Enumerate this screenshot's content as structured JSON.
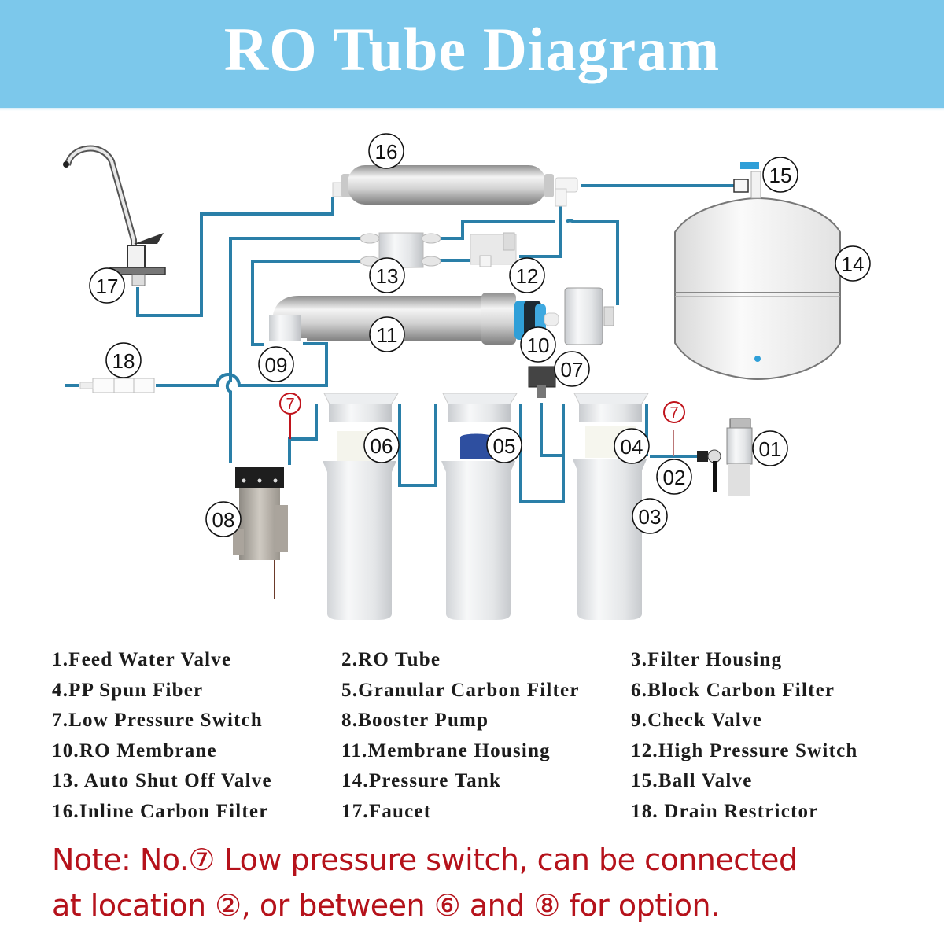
{
  "header": {
    "title": "RO Tube Diagram",
    "background": "#7cc8eb"
  },
  "colors": {
    "tube": "#2a7fa8",
    "note": "#b5121b",
    "callout_red": "#c0141c",
    "membrane_blue": "#2f9fd8"
  },
  "callouts": [
    {
      "id": "c01",
      "label": "01"
    },
    {
      "id": "c02",
      "label": "02"
    },
    {
      "id": "c03",
      "label": "03"
    },
    {
      "id": "c04",
      "label": "04"
    },
    {
      "id": "c05",
      "label": "05"
    },
    {
      "id": "c06",
      "label": "06"
    },
    {
      "id": "c07",
      "label": "07"
    },
    {
      "id": "c08",
      "label": "08"
    },
    {
      "id": "c09",
      "label": "09"
    },
    {
      "id": "c10",
      "label": "10"
    },
    {
      "id": "c11",
      "label": "11"
    },
    {
      "id": "c12",
      "label": "12"
    },
    {
      "id": "c13",
      "label": "13"
    },
    {
      "id": "c14",
      "label": "14"
    },
    {
      "id": "c15",
      "label": "15"
    },
    {
      "id": "c16",
      "label": "16"
    },
    {
      "id": "c17",
      "label": "17"
    },
    {
      "id": "c18",
      "label": "18"
    },
    {
      "id": "r7a",
      "label": "7"
    },
    {
      "id": "r7b",
      "label": "7"
    }
  ],
  "legend": {
    "rows": [
      [
        "1.Feed Water Valve",
        "2.RO Tube",
        "3.Filter Housing"
      ],
      [
        "4.PP Spun Fiber",
        "5.Granular Carbon Filter",
        "6.Block Carbon Filter"
      ],
      [
        "7.Low Pressure Switch",
        "8.Booster Pump",
        "9.Check Valve"
      ],
      [
        "10.RO Membrane",
        "11.Membrane Housing",
        "12.High Pressure Switch"
      ],
      [
        "13. Auto Shut Off Valve",
        "14.Pressure Tank",
        "15.Ball Valve"
      ],
      [
        "16.Inline Carbon Filter",
        "17.Faucet",
        "18. Drain Restrictor"
      ]
    ]
  },
  "note": {
    "line1": "Note: No.⑦ Low pressure switch, can be connected",
    "line2": "at location ②, or between ⑥ and ⑧ for option."
  }
}
